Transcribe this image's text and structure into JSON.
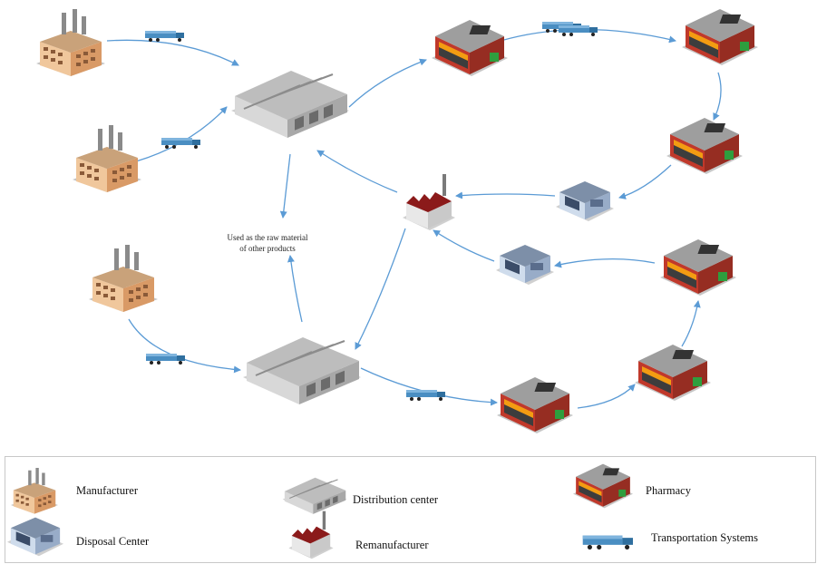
{
  "annotation": {
    "line1": "Used as the raw material",
    "line2": "of other products"
  },
  "legend": {
    "manufacturer": "Manufacturer",
    "distribution_center": "Distribution center",
    "pharmacy": "Pharmacy",
    "disposal_center": "Disposal Center",
    "remanufacturer": "Remanufacturer",
    "transportation": "Transportation Systems"
  },
  "colors": {
    "arrow": "#5b9bd5",
    "truck": "#4a8ec2",
    "pharmacy_wall": "#c0392b",
    "factory_wall": "#e8b88a",
    "warehouse": "#9a9a9a",
    "remanufacturer_wall": "#8b1a1a",
    "disposal_wall": "#b8c8de"
  }
}
